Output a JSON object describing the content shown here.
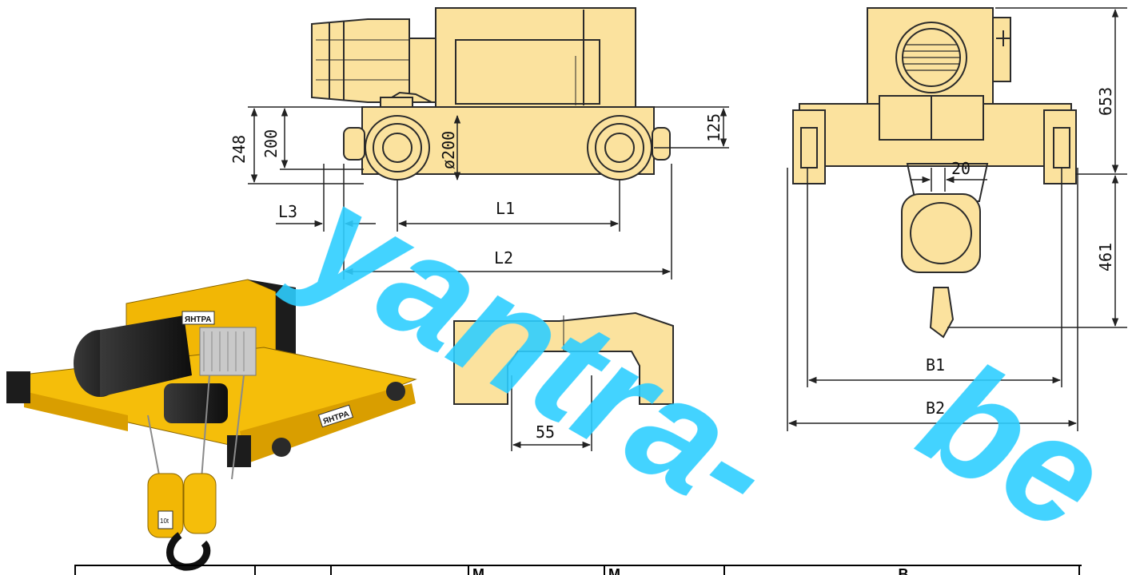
{
  "colors": {
    "body_fill": "#FBE29E",
    "line": "#2b2b2b",
    "watermark": "#2ECFFF",
    "hoist_yellow": "#F2B705",
    "motor_black": "#1c1c1c"
  },
  "side_view": {
    "dim_248": "248",
    "dim_200": "200",
    "dim_drum_dia": "ø200",
    "dim_125": "125",
    "dim_L1": "L1",
    "dim_L2": "L2",
    "dim_L3": "L3"
  },
  "front_view": {
    "dim_653": "653",
    "dim_461": "461",
    "dim_20": "20",
    "dim_B1": "B1",
    "dim_B2": "B2"
  },
  "wheel_detail": {
    "dim_55": "55"
  },
  "photo": {
    "brand_label": "ЯНТРА",
    "brand_label_2": "ЯНТРА",
    "hook_block_label": "10t"
  },
  "watermark": {
    "text_1": "yantra-",
    "text_2": "be"
  },
  "table": {
    "headers": [
      "",
      "",
      "",
      "M",
      "M",
      "B"
    ]
  }
}
